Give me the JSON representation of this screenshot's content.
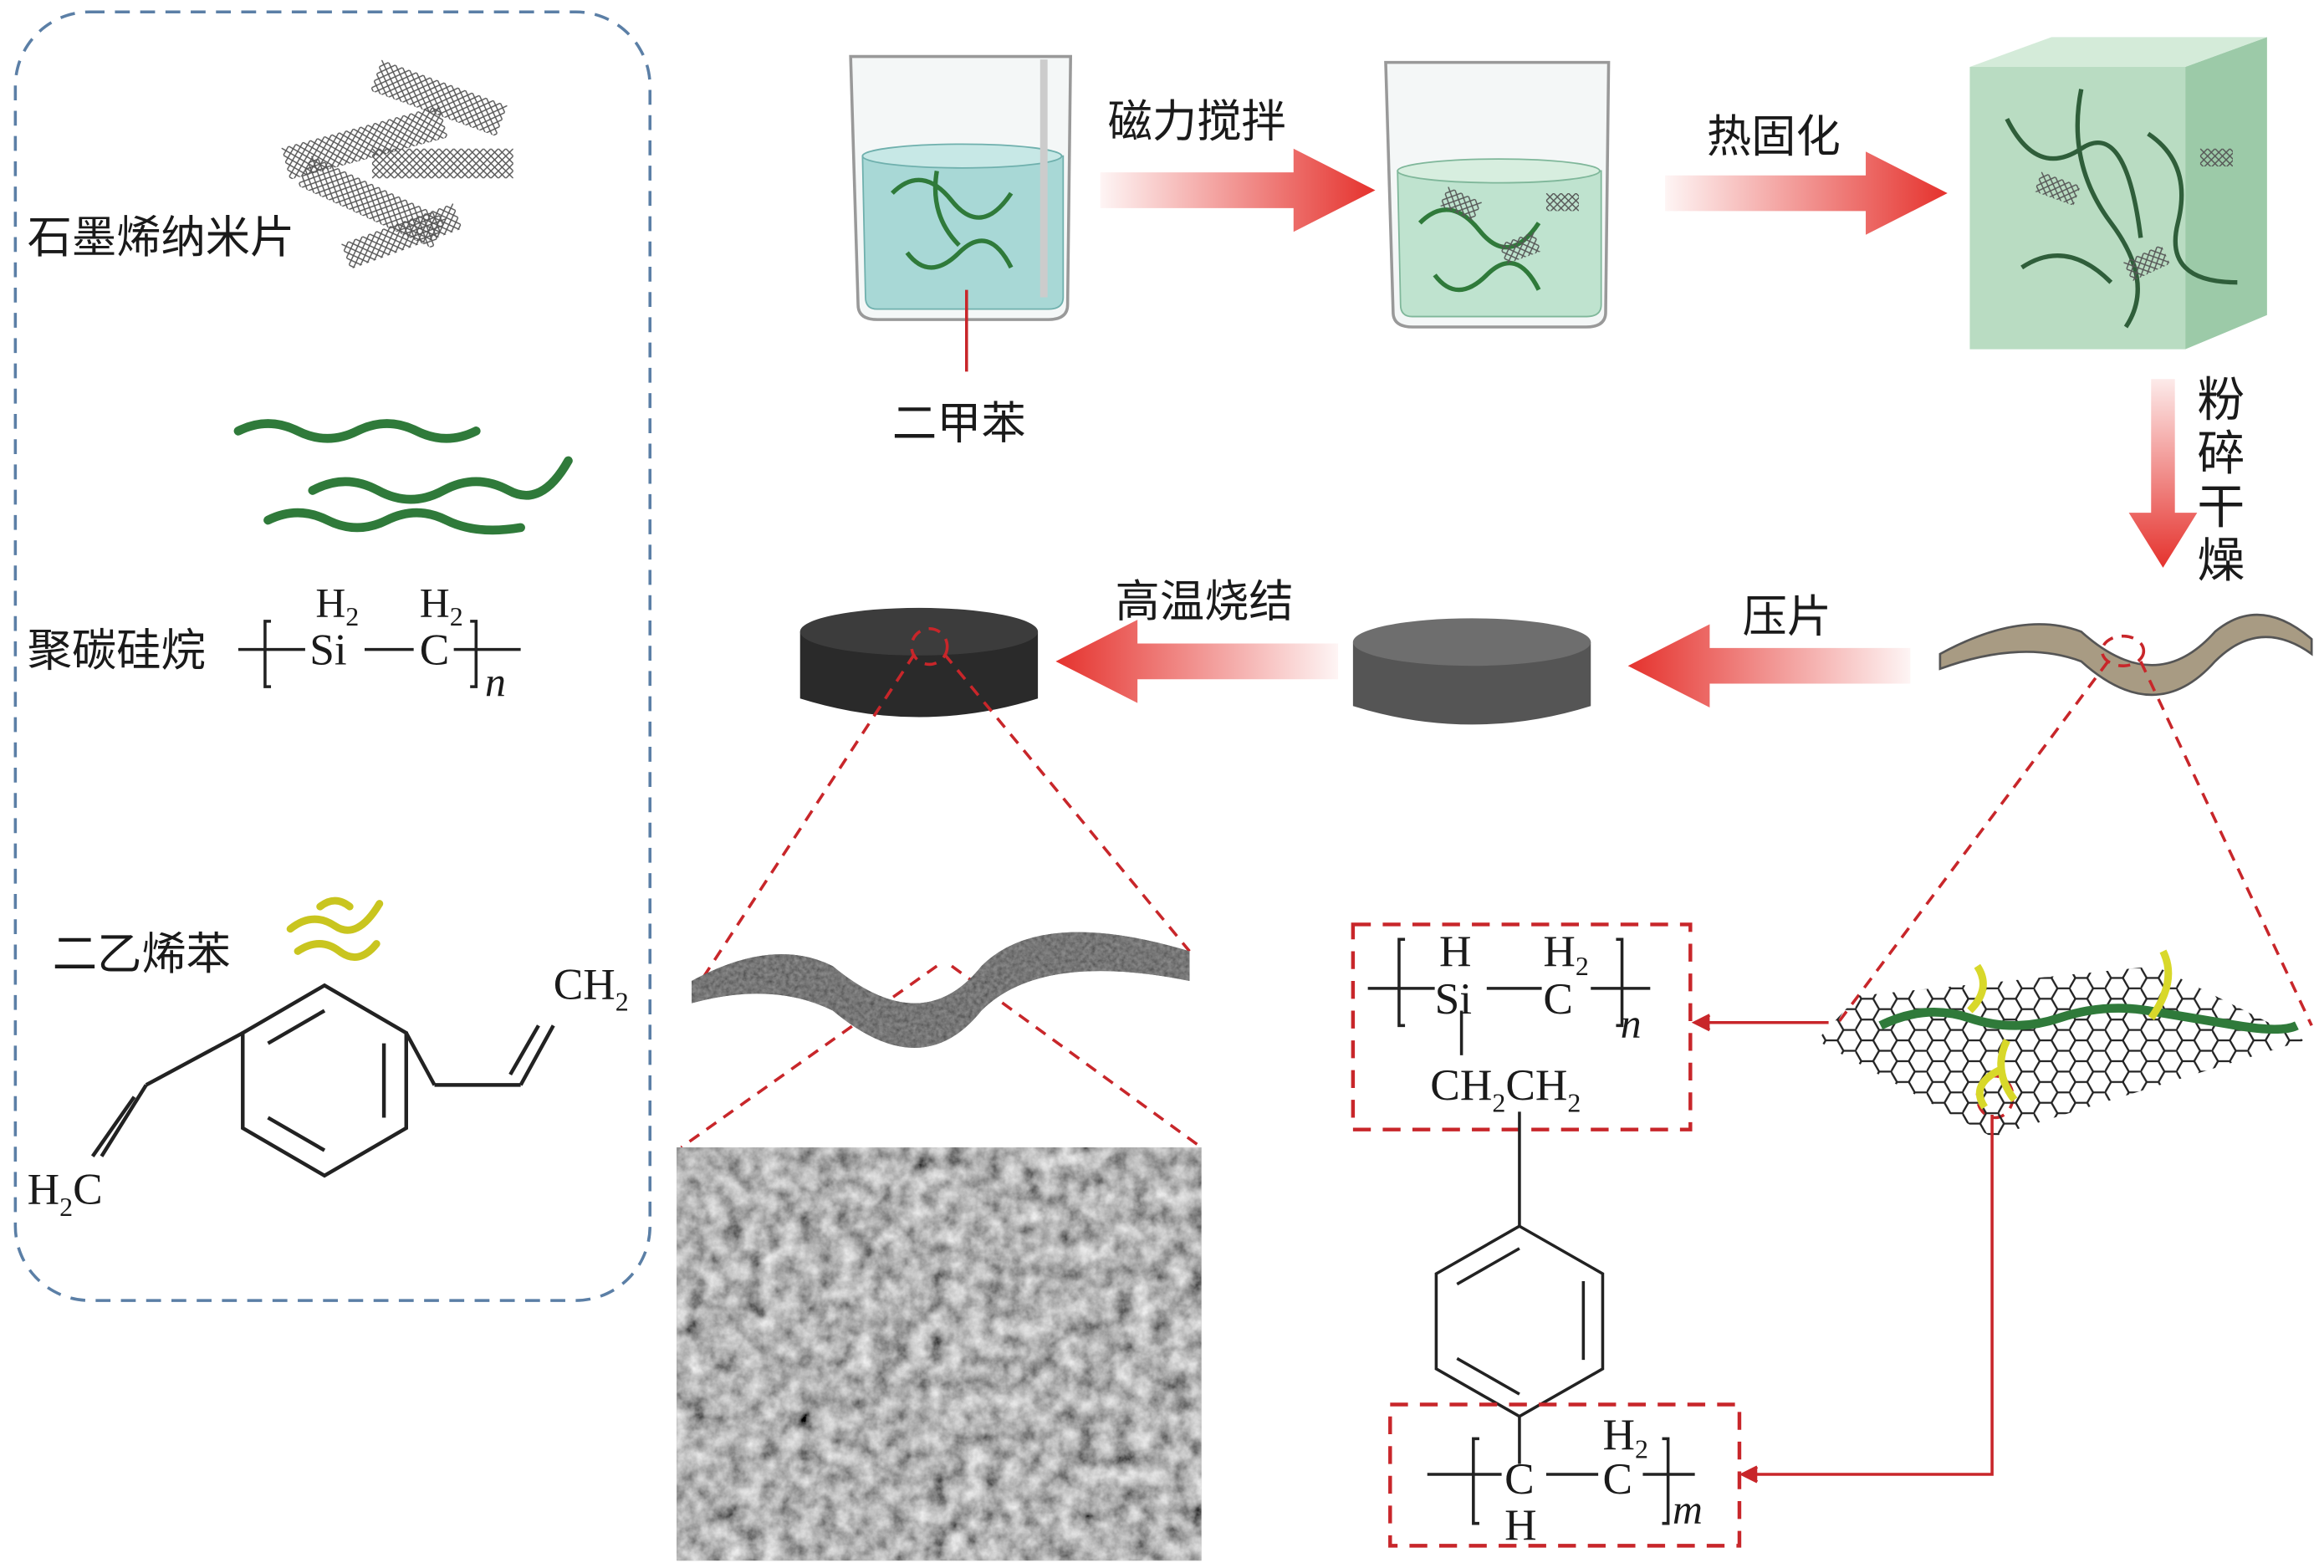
{
  "legend_panel": {
    "graphene_label": "石墨烯纳米片",
    "pcs_label": "聚碳硅烷",
    "pcs_formula": {
      "h2_a": "H",
      "sub_a": "2",
      "si": "Si",
      "h2_b": "H",
      "sub_b": "2",
      "c": "C",
      "n": "n"
    },
    "dvb_label": "二乙烯苯",
    "dvb_formula": {
      "ch2": "CH",
      "ch2_sub": "2",
      "h2c": "H",
      "h2c_sub": "2",
      "h2c_c": "C"
    }
  },
  "process": {
    "solvent_label": "二甲苯",
    "step1": "磁力搅拌",
    "step2": "热固化",
    "step3_chars": [
      "粉",
      "碎",
      "干",
      "燥"
    ],
    "step4": "压片",
    "step5": "高温烧结"
  },
  "structure": {
    "box1": {
      "h": "H",
      "si": "Si",
      "h2": "H",
      "h2_sub": "2",
      "c": "C",
      "n": "n",
      "ch2ch2_a": "CH",
      "sub1": "2",
      "ch2ch2_b": "CH",
      "sub2": "2"
    },
    "box2": {
      "c": "C",
      "h": "H",
      "h2": "H",
      "h2_sub": "2",
      "c2": "C",
      "m": "m"
    }
  },
  "colors": {
    "arrow_red": "#e5322d",
    "dashed_red": "#c8262a",
    "panel_border": "#5b7fa6",
    "liquid": "#a8d8d6",
    "polymer_green": "#2f7a3a",
    "dvb_yellow": "#d8d82a"
  }
}
